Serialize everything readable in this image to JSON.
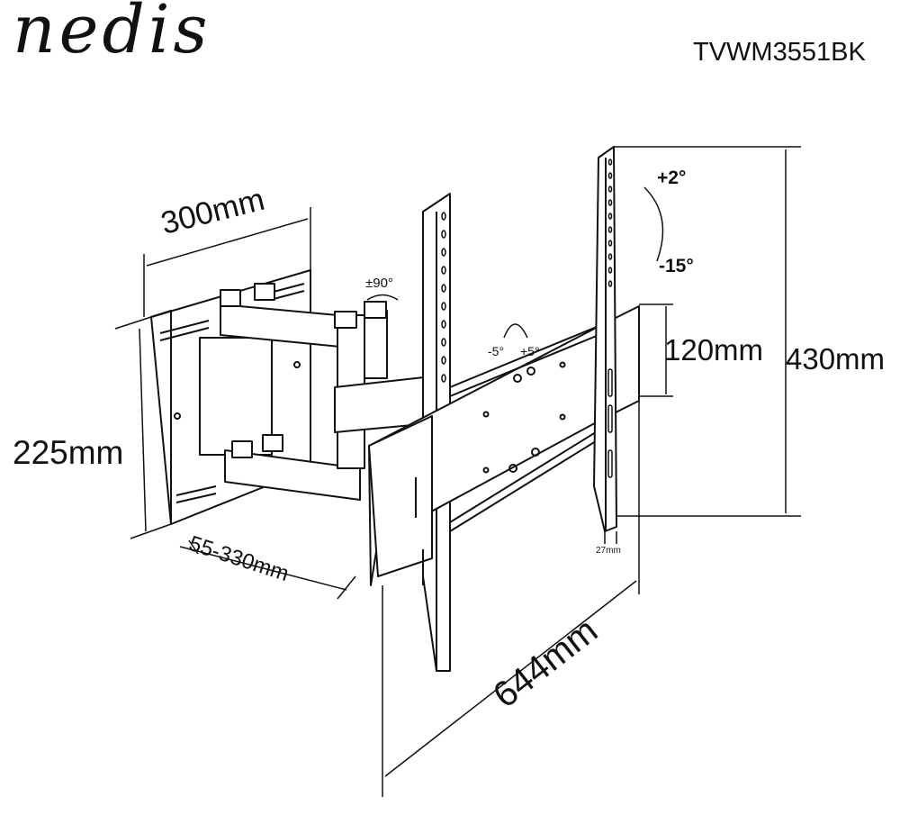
{
  "brand": "nedis",
  "model": "TVWM3551BK",
  "dimensions": {
    "wall_plate_width": "300mm",
    "wall_plate_height": "225mm",
    "wall_distance": "55-330mm",
    "max_extension": "644mm",
    "tv_bracket_height": "120mm",
    "tv_rail_height": "430mm",
    "profile_depth": "27mm"
  },
  "adjustments": {
    "tilt_up": "+2°",
    "tilt_down": "-15°",
    "swivel": "±90°",
    "rotate_left": "-5°",
    "rotate_right": "+5°"
  }
}
